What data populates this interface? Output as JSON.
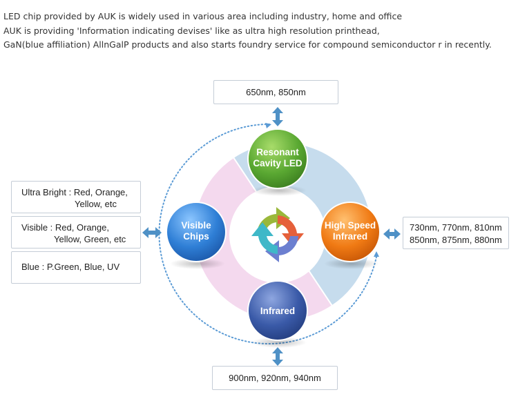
{
  "intro": {
    "line1": "LED chip provided by AUK is widely used in various area including industry, home and office",
    "line2": "AUK is providing 'Information indicating devises' like as ultra high resolution printhead,",
    "line3": "GaN(blue affiliation) AllnGalP products and also starts foundry service for compound semiconductor  r in recently."
  },
  "nodes": {
    "top": {
      "line1": "Resonant",
      "line2": "Cavity LED"
    },
    "left": {
      "line1": "Visible",
      "line2": "Chips"
    },
    "right": {
      "line1": "High Speed",
      "line2": "Infrared"
    },
    "bottom": {
      "line1": "Infrared"
    }
  },
  "boxes": {
    "top": "650nm,  850nm",
    "bottom": "900nm,  920nm,  940nm",
    "right": {
      "line1": "730nm, 770nm, 810nm",
      "line2": "850nm, 875nm, 880nm"
    },
    "ultra": {
      "line1": "Ultra Bright : Red, Orange,",
      "line2": "Yellow,  etc"
    },
    "visible": {
      "line1": "Visible : Red, Orange,",
      "line2": "Yellow, Green, etc"
    },
    "blue": "Blue : P.Green, Blue, UV"
  },
  "colors": {
    "resonant": "#5aa832",
    "visible": "#2f7fd6",
    "highspeed": "#f07a14",
    "infrared": "#3a5aa8",
    "sector_pink": "#f4d9ee",
    "sector_blue": "#c6dced"
  }
}
